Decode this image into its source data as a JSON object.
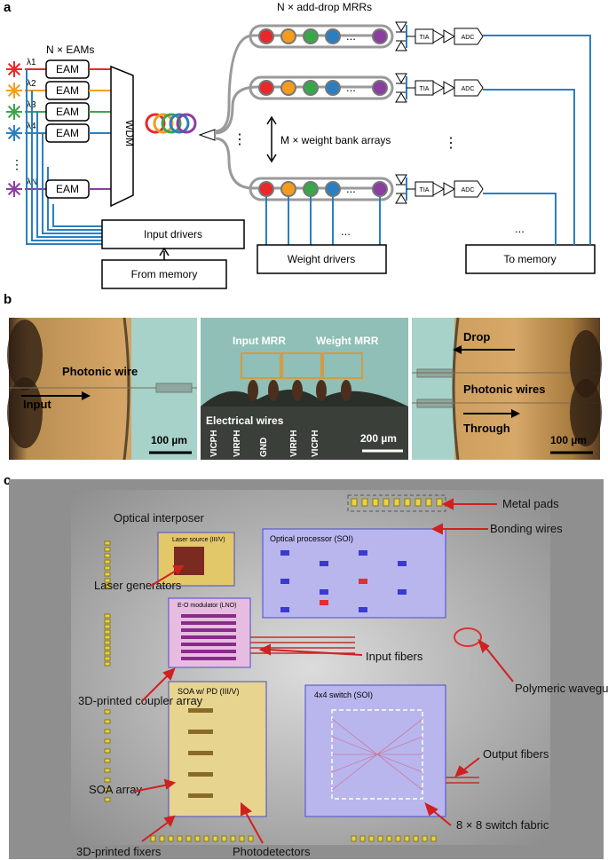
{
  "panel_labels": {
    "a": "a",
    "b": "b",
    "c": "c"
  },
  "panel_a": {
    "n_eams": "N × EAMs",
    "eam": "EAM",
    "wavelengths": [
      "λ1",
      "λ2",
      "λ3",
      "λ4",
      "λN"
    ],
    "wdm": "WDM",
    "n_add_drop": "N × add-drop MRRs",
    "m_weight_bank": "M × weight bank arrays",
    "tia": "TIA",
    "adc": "ADC",
    "input_drivers": "Input drivers",
    "from_memory": "From memory",
    "weight_drivers": "Weight drivers",
    "to_memory": "To memory",
    "ellipsis": "...",
    "vdots": "⋮",
    "colors": {
      "red": "#e8282b",
      "orange": "#f39c1f",
      "green": "#3aa64a",
      "blue": "#2a7fc1",
      "purple": "#8a3ea0",
      "wire": "#2a7fc1",
      "waveguide": "#9a9a9a"
    }
  },
  "panel_b": {
    "photonic_wire": "Photonic wire",
    "input": "Input",
    "scale_left": "100 µm",
    "input_mrr": "Input MRR",
    "weight_mrr": "Weight MRR",
    "electrical_wires": "Electrical wires",
    "pads": [
      "VICPH",
      "VIRPH",
      "GND",
      "VIRPH",
      "VICPH"
    ],
    "scale_mid": "200 µm",
    "drop": "Drop",
    "photonic_wires": "Photonic wires",
    "through": "Through",
    "scale_right": "100 µm"
  },
  "panel_c": {
    "optical_interposer": "Optical interposer",
    "laser_source": "Laser source (III/V)",
    "laser_generators": "Laser generators",
    "eo_modulator": "E-O modulator (LNO)",
    "coupler_array": "3D-printed coupler array",
    "soa_pd": "SOA w/ PD (III/V)",
    "soa_array": "SOA array",
    "fixers": "3D-printed fixers",
    "photodetectors": "Photodetectors",
    "optical_processor": "Optical processor (SOI)",
    "switch_4x4": "4x4 switch (SOI)",
    "metal_pads": "Metal pads",
    "bonding_wires": "Bonding wires",
    "input_fibers": "Input fibers",
    "polymeric_waveguides": "Polymeric waveguides",
    "output_fibers": "Output fibers",
    "switch_fabric": "8 × 8 switch fabric"
  }
}
